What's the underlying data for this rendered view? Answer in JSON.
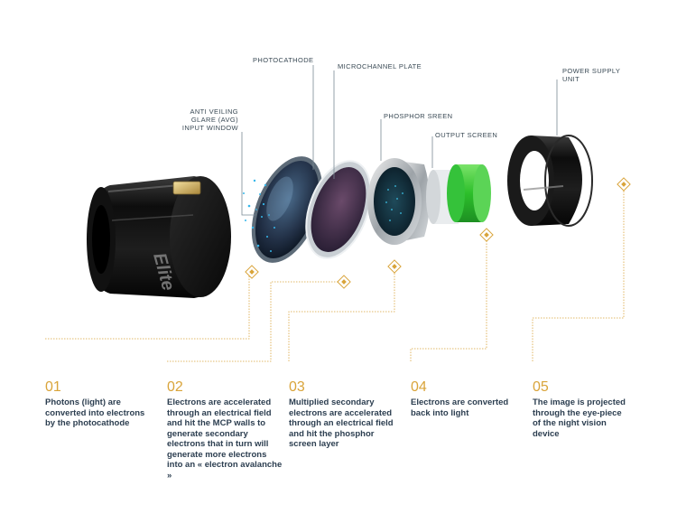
{
  "colors": {
    "accent": "#d9a43a",
    "text": "#2c3e50",
    "label": "#3a4a55",
    "background": "#ffffff",
    "leader": "#7a8a95"
  },
  "callouts": [
    {
      "id": "avg",
      "lines": [
        "ANTI VEILING",
        "GLARE (AVG)",
        "INPUT WINDOW"
      ]
    },
    {
      "id": "photocathode",
      "lines": [
        "PHOTOCATHODE"
      ]
    },
    {
      "id": "mcp",
      "lines": [
        "MICROCHANNEL PLATE"
      ]
    },
    {
      "id": "phosphor",
      "lines": [
        "PHOSPHOR SREEN"
      ]
    },
    {
      "id": "output",
      "lines": [
        "OUTPUT SCREEN"
      ]
    },
    {
      "id": "psu",
      "lines": [
        "POWER SUPPLY",
        "UNIT"
      ]
    }
  ],
  "housing_brand": "Elite",
  "steps": [
    {
      "number": "01",
      "text": "Photons (light) are converted into electrons by the photocathode"
    },
    {
      "number": "02",
      "text": "Electrons are accelerated through an electrical field and hit the MCP walls to generate secondary electrons that in turn will generate more electrons into an « electron avalanche »"
    },
    {
      "number": "03",
      "text": "Multiplied secondary electrons are accelerated through an electrical field and hit the phosphor screen layer"
    },
    {
      "number": "04",
      "text": "Electrons are converted back into light"
    },
    {
      "number": "05",
      "text": "The image is projected through the eye-piece of the night vision device"
    }
  ]
}
